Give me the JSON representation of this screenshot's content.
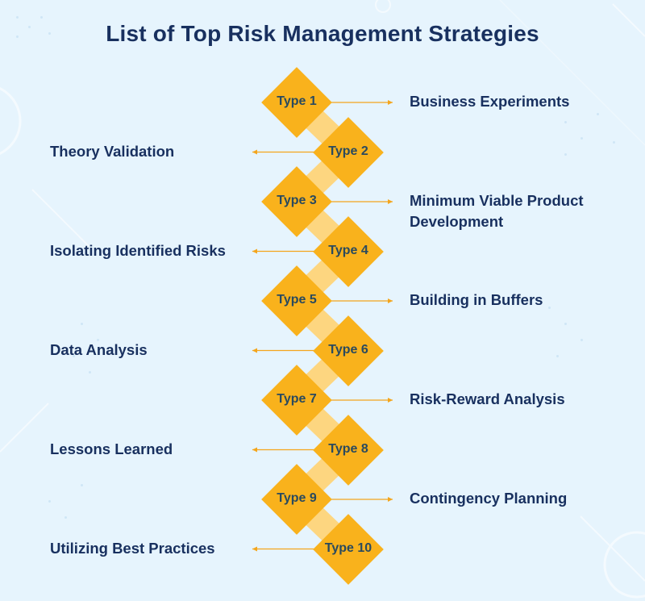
{
  "title": "List of Top Risk Management Strategies",
  "colors": {
    "diamond": "#f9b21c",
    "connector": "#fdd680",
    "arrow": "#f4a51c",
    "text": "#18305f",
    "background": "#e6f4fd"
  },
  "strategies": [
    {
      "type": "Type 1",
      "text": "Business Experiments",
      "side": "right"
    },
    {
      "type": "Type 2",
      "text": "Theory Validation",
      "side": "left"
    },
    {
      "type": "Type 3",
      "text": "Minimum Viable Product Development",
      "side": "right"
    },
    {
      "type": "Type 4",
      "text": "Isolating Identified Risks",
      "side": "left"
    },
    {
      "type": "Type 5",
      "text": "Building in Buffers",
      "side": "right"
    },
    {
      "type": "Type 6",
      "text": "Data Analysis",
      "side": "left"
    },
    {
      "type": "Type 7",
      "text": "Risk-Reward Analysis",
      "side": "right"
    },
    {
      "type": "Type 8",
      "text": "Lessons Learned",
      "side": "left"
    },
    {
      "type": "Type 9",
      "text": "Contingency Planning",
      "side": "right"
    },
    {
      "type": "Type 10",
      "text": "Utilizing Best Practices",
      "side": "left"
    }
  ]
}
